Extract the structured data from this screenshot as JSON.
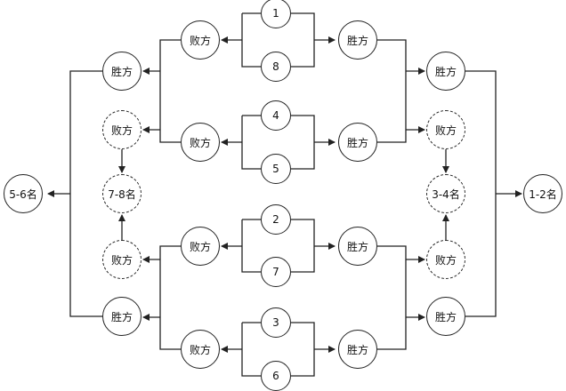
{
  "seeds": [
    "1",
    "8",
    "4",
    "5",
    "2",
    "7",
    "3",
    "6"
  ],
  "labels": {
    "winner": "胜方",
    "loser": "败方",
    "rank_1_2": "1-2名",
    "rank_3_4": "3-4名",
    "rank_5_6": "5-6名",
    "rank_7_8": "7-8名"
  },
  "colors": {
    "stroke": "#222222",
    "background": "#ffffff"
  }
}
